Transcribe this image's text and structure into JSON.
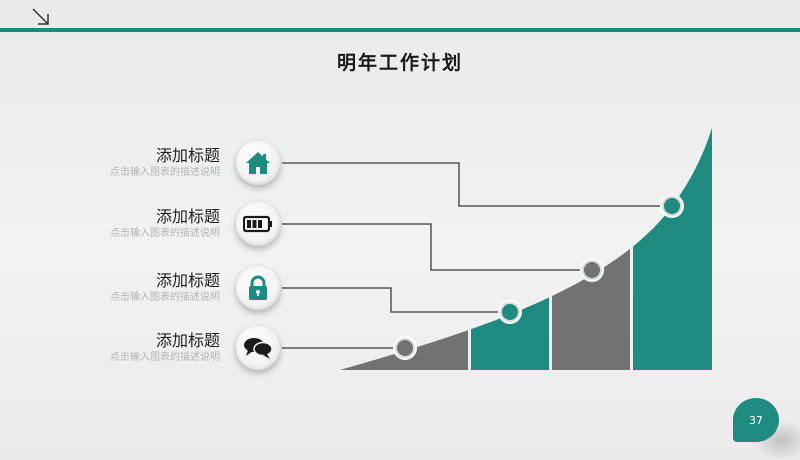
{
  "title": "明年工作计划",
  "items": [
    {
      "title": "添加标题",
      "desc": "点击输入图表的描述说明",
      "icon": "home-icon"
    },
    {
      "title": "添加标题",
      "desc": "点击输入图表的描述说明",
      "icon": "battery-icon"
    },
    {
      "title": "添加标题",
      "desc": "点击输入图表的描述说明",
      "icon": "lock-icon"
    },
    {
      "title": "添加标题",
      "desc": "点击输入图表的描述说明",
      "icon": "chat-icon"
    }
  ],
  "page_number": "37",
  "colors": {
    "teal": "#1f8a80",
    "gray": "#727272",
    "dark": "#1a1a1a"
  }
}
